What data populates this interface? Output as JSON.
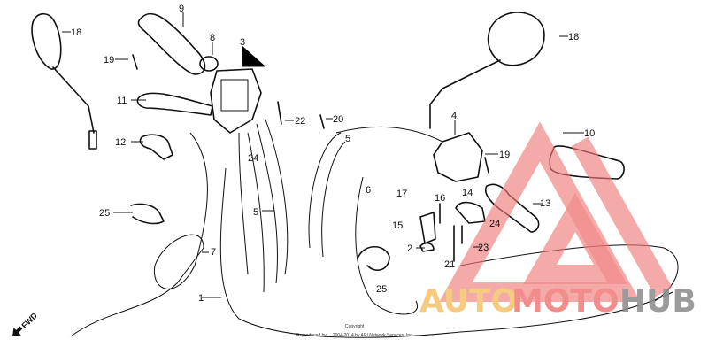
{
  "diagram": {
    "part_labels": [
      "18",
      "19",
      "9",
      "8",
      "3",
      "11",
      "12",
      "22",
      "20",
      "24",
      "5",
      "25",
      "7",
      "1",
      "5",
      "6",
      "4",
      "17",
      "16",
      "14",
      "15",
      "2",
      "21",
      "23",
      "24",
      "13",
      "19",
      "10",
      "18",
      "25"
    ],
    "direction_label": "FWD",
    "copyright_line1": "Copyright",
    "copyright_line2": "Reproduced by ... 2004-2014 by ARI Network Services, Inc."
  },
  "watermark": {
    "parts": [
      "AUTO",
      "MOTO",
      "HUB"
    ],
    "colors": {
      "auto": "#f5c36a",
      "moto": "#f07a7a",
      "hub": "#8a8a8a",
      "triangle": "#f07a7a"
    }
  }
}
